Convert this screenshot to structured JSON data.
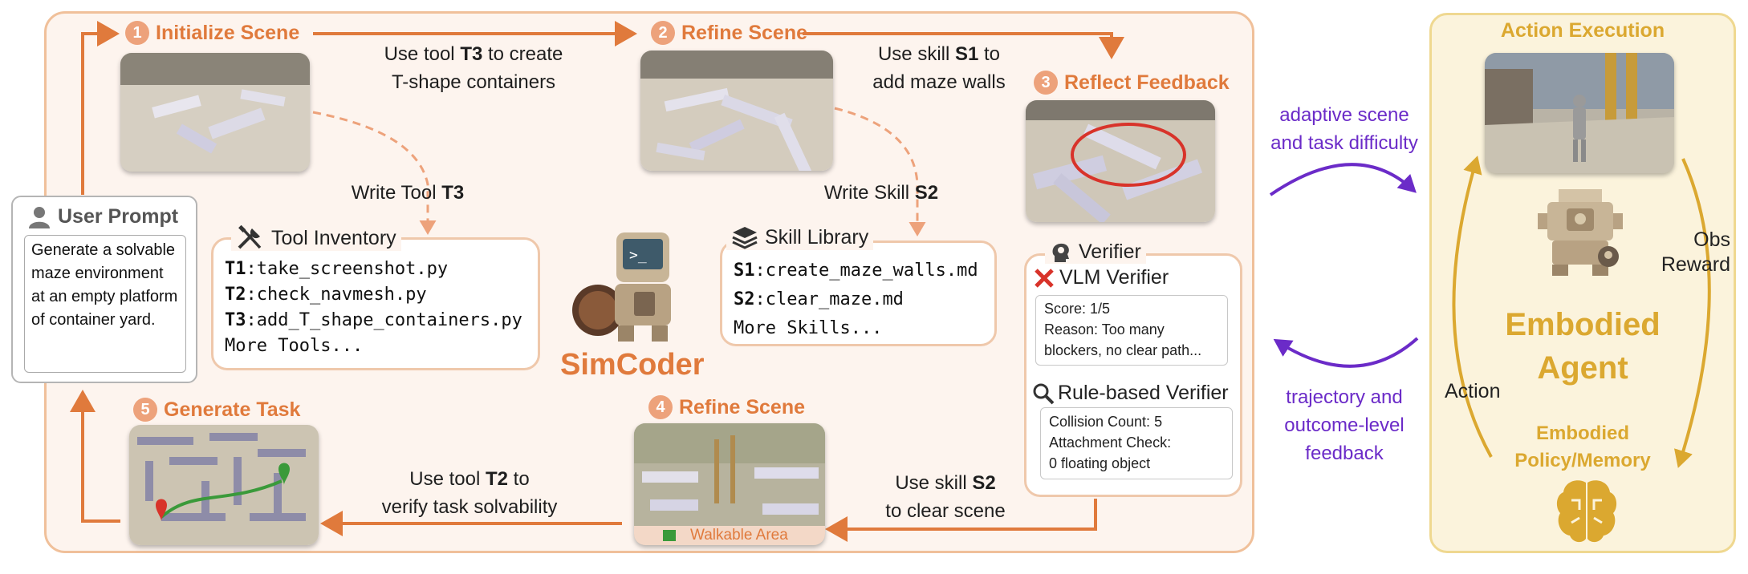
{
  "steps": {
    "s1": {
      "num": "1",
      "title": "Initialize Scene"
    },
    "s2": {
      "num": "2",
      "title": "Refine Scene"
    },
    "s3": {
      "num": "3",
      "title": "Reflect Feedback"
    },
    "s4": {
      "num": "4",
      "title": "Refine Scene"
    },
    "s5": {
      "num": "5",
      "title": "Generate Task"
    }
  },
  "captions": {
    "c1_pre": "Use tool ",
    "c1_bold": "T3",
    "c1_post": " to create",
    "c1_line2": "T-shape containers",
    "c2_pre": "Use skill ",
    "c2_bold": "S1",
    "c2_post": " to",
    "c2_line2": "add maze walls",
    "write_tool_pre": "Write Tool ",
    "write_tool_bold": "T3",
    "write_skill_pre": "Write Skill ",
    "write_skill_bold": "S2",
    "c4_pre": "Use skill ",
    "c4_bold": "S2",
    "c4_line2": "to clear scene",
    "c5_pre": "Use tool ",
    "c5_bold": "T2",
    "c5_post": " to",
    "c5_line2": "verify task solvability"
  },
  "user_prompt": {
    "title": "User Prompt",
    "text": "Generate a solvable maze environment at an empty platform of container yard."
  },
  "tool_inventory": {
    "title": "Tool Inventory",
    "items": [
      {
        "id": "T1",
        "name": ":take_screenshot.py"
      },
      {
        "id": "T2",
        "name": ":check_navmesh.py"
      },
      {
        "id": "T3",
        "name": ":add_T_shape_containers.py"
      }
    ],
    "more": "More Tools..."
  },
  "skill_library": {
    "title": "Skill Library",
    "items": [
      {
        "id": "S1",
        "name": ":create_maze_walls.md"
      },
      {
        "id": "S2",
        "name": ":clear_maze.md"
      }
    ],
    "more": "More Skills..."
  },
  "simcoder": "SimCoder",
  "verifier": {
    "title": "Verifier",
    "vlm_title": "VLM Verifier",
    "vlm_lines": [
      "Score: 1/5",
      "Reason: Too many",
      "blockers, no clear path..."
    ],
    "rule_title": "Rule-based Verifier",
    "rule_lines": [
      "Collision Count: 5",
      "Attachment Check:",
      "0 floating object"
    ]
  },
  "walkable_label": "Walkable Area",
  "feedback": {
    "top": [
      "adaptive scene",
      "and task difficulty"
    ],
    "bottom": [
      "trajectory and",
      "outcome-level",
      "feedback"
    ]
  },
  "agent": {
    "action_execution": "Action Execution",
    "obs": "Obs",
    "reward": "Reward",
    "action": "Action",
    "name_line1": "Embodied",
    "name_line2": "Agent",
    "policy_line1": "Embodied",
    "policy_line2": "Policy/Memory"
  },
  "colors": {
    "orange": "#e07a3c",
    "gold": "#dba830",
    "purple": "#6b2bc8",
    "red": "#d8332a",
    "green": "#3a9a3a"
  }
}
